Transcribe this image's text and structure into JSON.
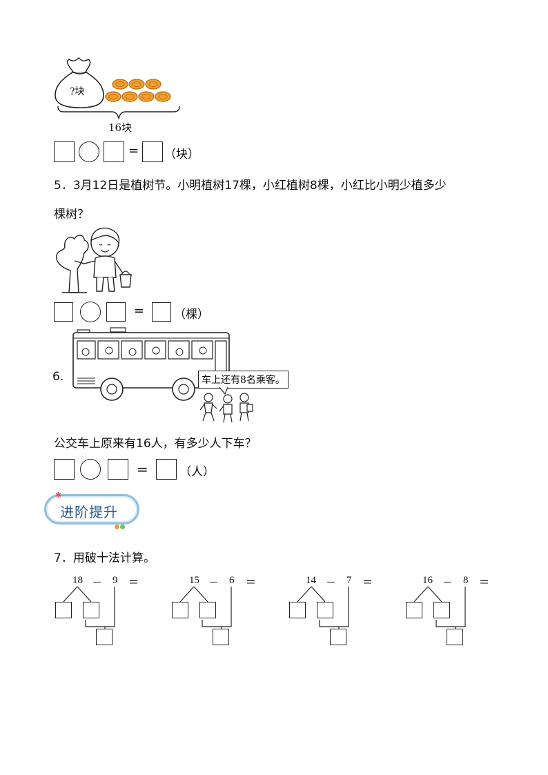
{
  "fig_mooncake": {
    "bag_label": "?块",
    "total_label": "16块"
  },
  "eq1_unit": "（块）",
  "q5": {
    "line1": "5．3月12日是植树节。小明植树17棵，小红植树8棵，小红比小明少植多少",
    "line2": "棵树？"
  },
  "eq2_unit": "（棵）",
  "q6": {
    "number": "6.",
    "bubble": "车上还有8名乘客。",
    "question": "公交车上原来有16人，有多少人下车？"
  },
  "eq3_unit": "（人）",
  "section_banner": "进阶提升",
  "q7": {
    "title": "7．用破十法计算。",
    "problems": [
      {
        "a": "18",
        "op": "－",
        "b": "9",
        "eq": "＝"
      },
      {
        "a": "15",
        "op": "－",
        "b": "6",
        "eq": "＝"
      },
      {
        "a": "14",
        "op": "－",
        "b": "7",
        "eq": "＝"
      },
      {
        "a": "16",
        "op": "－",
        "b": "8",
        "eq": "＝"
      }
    ]
  },
  "eq_sign": "=",
  "colors": {
    "mooncake": "#f0a030",
    "mooncake_edge": "#c06a10",
    "banner_border": "#8fbde0",
    "banner_text": "#2c5c8c"
  }
}
